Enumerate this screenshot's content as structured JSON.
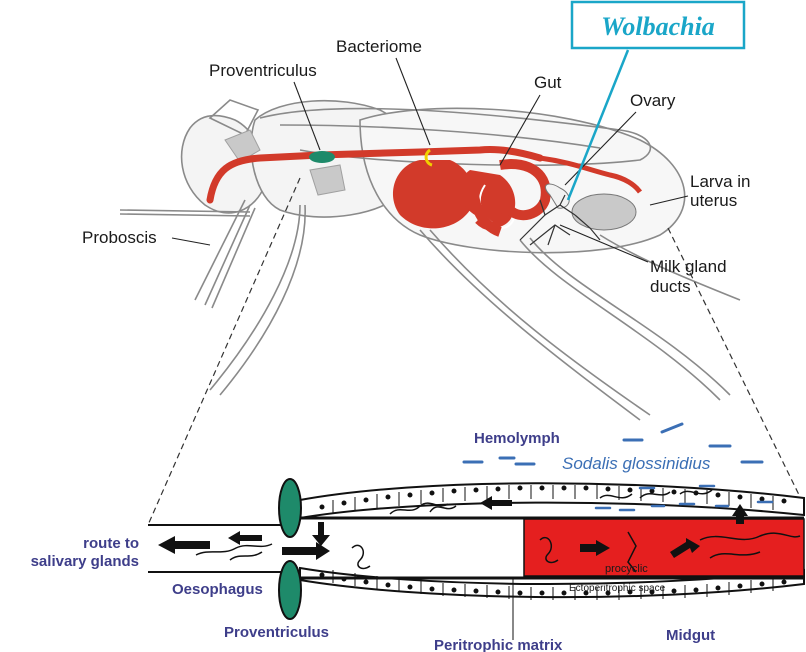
{
  "labels": {
    "wolbachia": "Wolbachia",
    "bacteriome": "Bacteriome",
    "proventriculus_top": "Proventriculus",
    "gut": "Gut",
    "ovary": "Ovary",
    "larva_line1": "Larva in",
    "larva_line2": "uterus",
    "proboscis": "Proboscis",
    "milk_line1": "Milk gland",
    "milk_line2": "ducts",
    "hemolymph": "Hemolymph",
    "sodalis": "Sodalis glossinidius",
    "route_line1": "route to",
    "route_line2": "salivary glands",
    "oesophagus": "Oesophagus",
    "proventriculus_bottom": "Proventriculus",
    "peritrophic": "Peritrophic matrix",
    "midgut": "Midgut",
    "procyclic": "procyclic",
    "ectoperitrophic": "Ectoperitrophic space"
  },
  "colors": {
    "gut_red": "#d23a2a",
    "midgut_red": "#e51f1f",
    "proventriculus_teal": "#1e8a6a",
    "wolbachia_cyan": "#1aa6c8",
    "sodalis_blue": "#3b6fb5",
    "label_navy": "#3e3e8a",
    "outline_gray": "#8a8a8a"
  }
}
